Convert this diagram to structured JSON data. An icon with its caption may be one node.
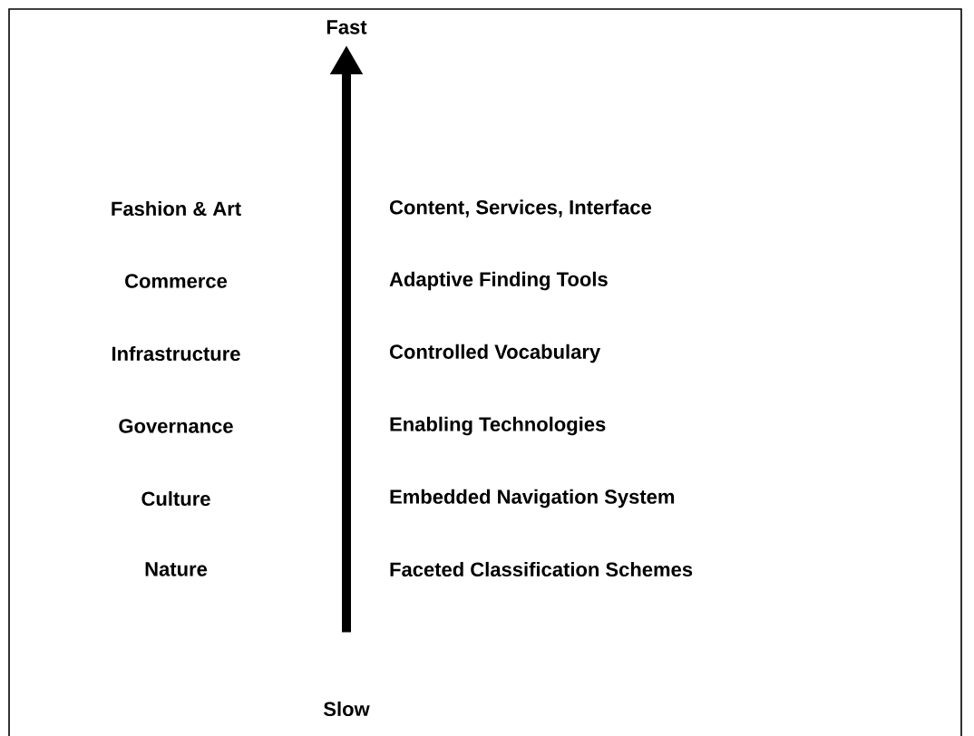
{
  "diagram": {
    "nodes": [
      {
        "text": [
          "Fast"
        ]
      },
      {
        "text": [
          "Slow"
        ]
      }
    ],
    "edges": [
      {
        "from": 1,
        "to": 0,
        "arrow": "to"
      }
    ],
    "labels": [
      "Fashion & Art",
      "Content, Services, Interface",
      "Commerce",
      "Adaptive Finding Tools",
      "Infrastructure",
      "Controlled Vocabulary",
      "Governance",
      "Enabling Technologies",
      "Culture",
      "Embedded Navigation System",
      "Nature",
      "Faceted Classification Schemes"
    ]
  }
}
